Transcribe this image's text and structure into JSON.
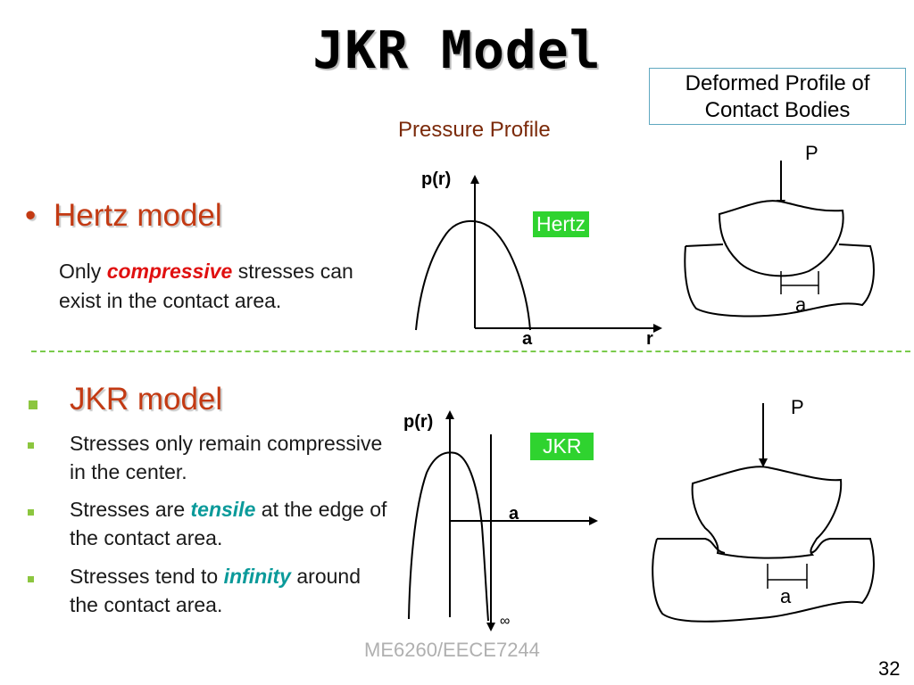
{
  "slide": {
    "title": "JKR Model",
    "page_number": "32",
    "footer": "ME6260/EECE7244"
  },
  "diagram": {
    "deformed_box_line1": "Deformed Profile of",
    "deformed_box_line2": "Contact Bodies",
    "pressure_profile_label": "Pressure Profile"
  },
  "hertz": {
    "bullet": "•",
    "heading": "Hertz model",
    "desc_part1": "Only ",
    "desc_highlight": "compressive",
    "desc_part2": " stresses can exist in the contact area.",
    "tag": "Hertz",
    "axis_y": "p(r)",
    "axis_a": "a",
    "axis_r": "r",
    "load": "P",
    "contact_a": "a"
  },
  "jkr": {
    "heading": "JKR model",
    "items": [
      {
        "text": "Stresses only remain compressive in the center."
      },
      {
        "pre": "Stresses are ",
        "highlight": "tensile",
        "post": " at the edge of the contact area."
      },
      {
        "pre": "Stresses tend to ",
        "highlight": "infinity",
        "post": " around the contact area."
      }
    ],
    "tag": "JKR",
    "axis_y": "p(r)",
    "axis_a": "a",
    "infinity": "∞",
    "load": "P",
    "contact_a": "a"
  }
}
